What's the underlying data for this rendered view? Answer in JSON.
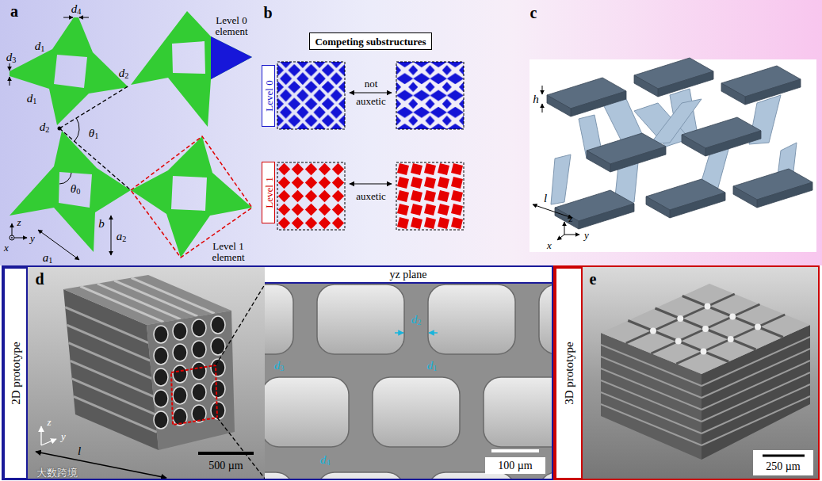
{
  "diagram": {
    "nodes": [
      {
        "text": [
          "Competing substructures"
        ]
      },
      {
        "text": [
          "Level 0"
        ]
      },
      {
        "text": [
          "Level 1"
        ]
      },
      {
        "text": [
          "2D prototype"
        ]
      },
      {
        "text": [
          "yz plane"
        ]
      },
      {
        "text": [
          "3D prototype"
        ]
      }
    ],
    "labels": [
      "a",
      "d4",
      "d3",
      "d1",
      "d1",
      "d2",
      "Level 0 element",
      "d2",
      "θ1",
      "θ0",
      "b",
      "z",
      "y",
      "x",
      "a1",
      "a2",
      "Level 1 element",
      "b",
      "not auxetic",
      "auxetic",
      "c",
      "h",
      "l",
      "z",
      "x",
      "y",
      "d",
      "z",
      "y",
      "l",
      "500 µm",
      "d2",
      "d3",
      "d1",
      "d4",
      "100 µm",
      "e",
      "250 µm",
      "大数跨境"
    ]
  }
}
